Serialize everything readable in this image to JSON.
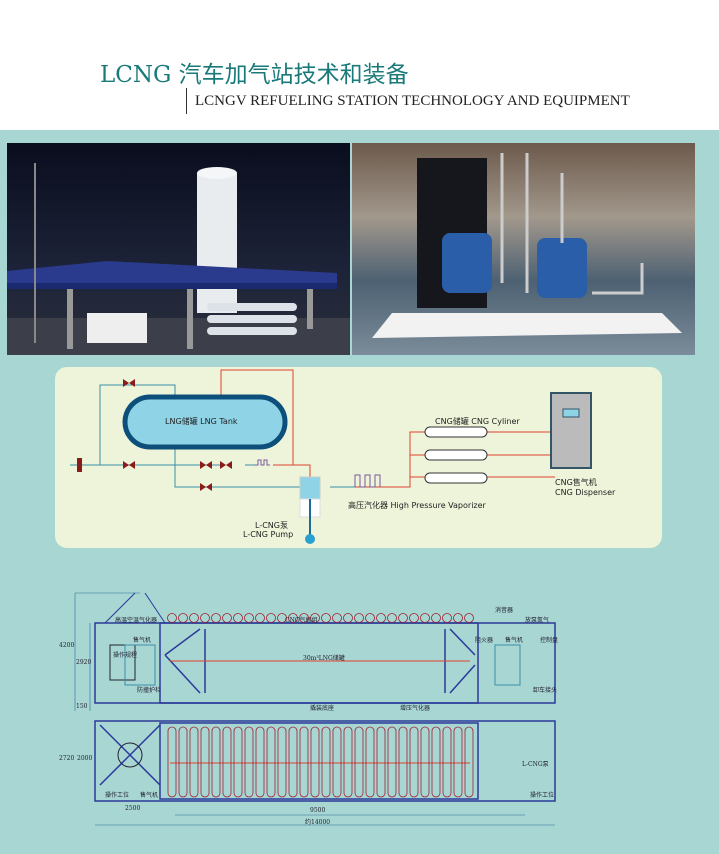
{
  "header": {
    "title": "LCNG 汽车加气站技术和装备",
    "subtitle": "LCNGV REFUELING STATION TECHNOLOGY AND EQUIPMENT"
  },
  "photos": [
    {
      "name": "lcng-station-night-photo"
    },
    {
      "name": "lcng-skid-equipment-photo"
    }
  ],
  "flow_diagram": {
    "lng_tank": "LNG储罐  LNG Tank",
    "cng_cylinder": "CNG储罐  CNG Cyliner",
    "dispenser_cn": "CNG售气机",
    "dispenser_en": "CNG Dispenser",
    "vaporizer": "高压汽化器 High Pressure Vaporizer",
    "pump_cn": "L-CNG泵",
    "pump_en": "L-CNG Pump",
    "colors": {
      "pipe_blue": "#3a8fa8",
      "pipe_red": "#e0432f",
      "valve": "#8b1a1a",
      "tank": "#8fd3e6",
      "tank_border": "#0c4f7a"
    }
  },
  "drawing": {
    "labels": {
      "cng_cylinders": "CNG气瓶组",
      "silencer": "消音器",
      "nitrogen": "放泵氮气",
      "vaporizer_top": "高温空温气化器",
      "dispenser": "售气机",
      "control_panel": "控制盘",
      "rules": "操作规程",
      "flame_arrester": "阻火器",
      "tank": "30m³LNG储罐",
      "guardrail": "防撞护栏",
      "unload": "卸车接头",
      "base": "撬装底座",
      "booster": "增压气化器",
      "pump": "L-CNG泵",
      "work_pos": "操作工位"
    },
    "dims": {
      "h1": "4200",
      "h2": "2920",
      "h3": "150",
      "w1": "2720",
      "w2": "2000",
      "l1": "2500",
      "l2": "9500",
      "total": "约14000"
    }
  }
}
